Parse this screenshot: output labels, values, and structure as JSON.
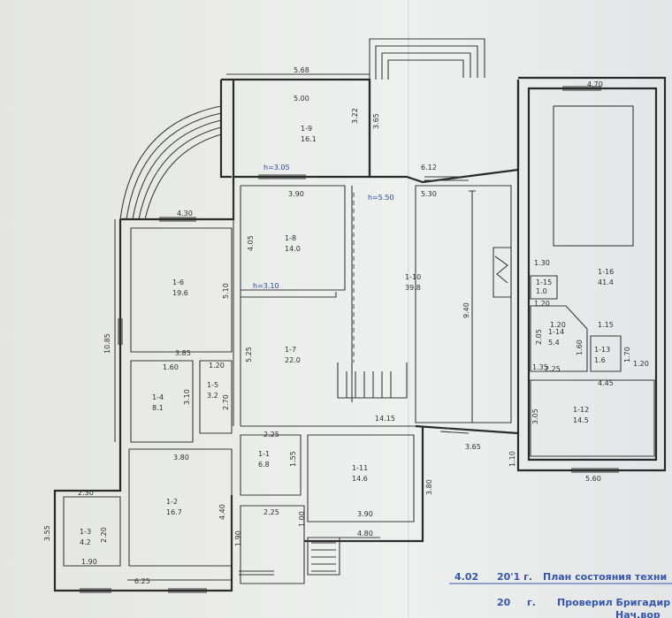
{
  "plan": {
    "rooms": [
      {
        "id": "1-9",
        "area": "16.1"
      },
      {
        "id": "1-8",
        "area": "14.0"
      },
      {
        "id": "1-6",
        "area": "19.6"
      },
      {
        "id": "1-7",
        "area": "22.0"
      },
      {
        "id": "1-10",
        "area": "39.8"
      },
      {
        "id": "1-4",
        "area": "8.1"
      },
      {
        "id": "1-5",
        "area": "3.2"
      },
      {
        "id": "1-16",
        "area": "41.4"
      },
      {
        "id": "1-15",
        "area": "1.0"
      },
      {
        "id": "1-14",
        "area": "5.4"
      },
      {
        "id": "1-13",
        "area": "1.6"
      },
      {
        "id": "1-12",
        "area": "14.5"
      },
      {
        "id": "1-1",
        "area": "6.8"
      },
      {
        "id": "1-11",
        "area": "14.6"
      },
      {
        "id": "1-2",
        "area": "16.7"
      },
      {
        "id": "1-3",
        "area": "4.2"
      }
    ],
    "dimensions": [
      "5.68",
      "5.00",
      "3.22",
      "3.65",
      "4.70",
      "h=3.05",
      "6.12",
      "3.90",
      "h=5.50",
      "5.30",
      "4.30",
      "4.05",
      "h=3.10",
      "5.10",
      "10.85",
      "3.85",
      "5.25",
      "9.40",
      "1.30",
      "1.20",
      "1.60",
      "1.20",
      "3.10",
      "2.70",
      "14.15",
      "2.25",
      "1.15",
      "1.20",
      "1.35",
      "2.05",
      "1.60",
      "1.70",
      "2.25",
      "4.45",
      "1.20",
      "3.80",
      "1.55",
      "3.05",
      "3.80",
      "3.65",
      "1.10",
      "5.60",
      "2.30",
      "2.20",
      "2.25",
      "1.00",
      "1.90",
      "3.90",
      "4.40",
      "4.80",
      "3.55",
      "6.25",
      "1.90"
    ],
    "footer": [
      "4.02",
      "20'1 г.",
      "План состояния техни",
      "20",
      "г.",
      "Проверил Бригадир",
      "Нач.вор"
    ]
  }
}
